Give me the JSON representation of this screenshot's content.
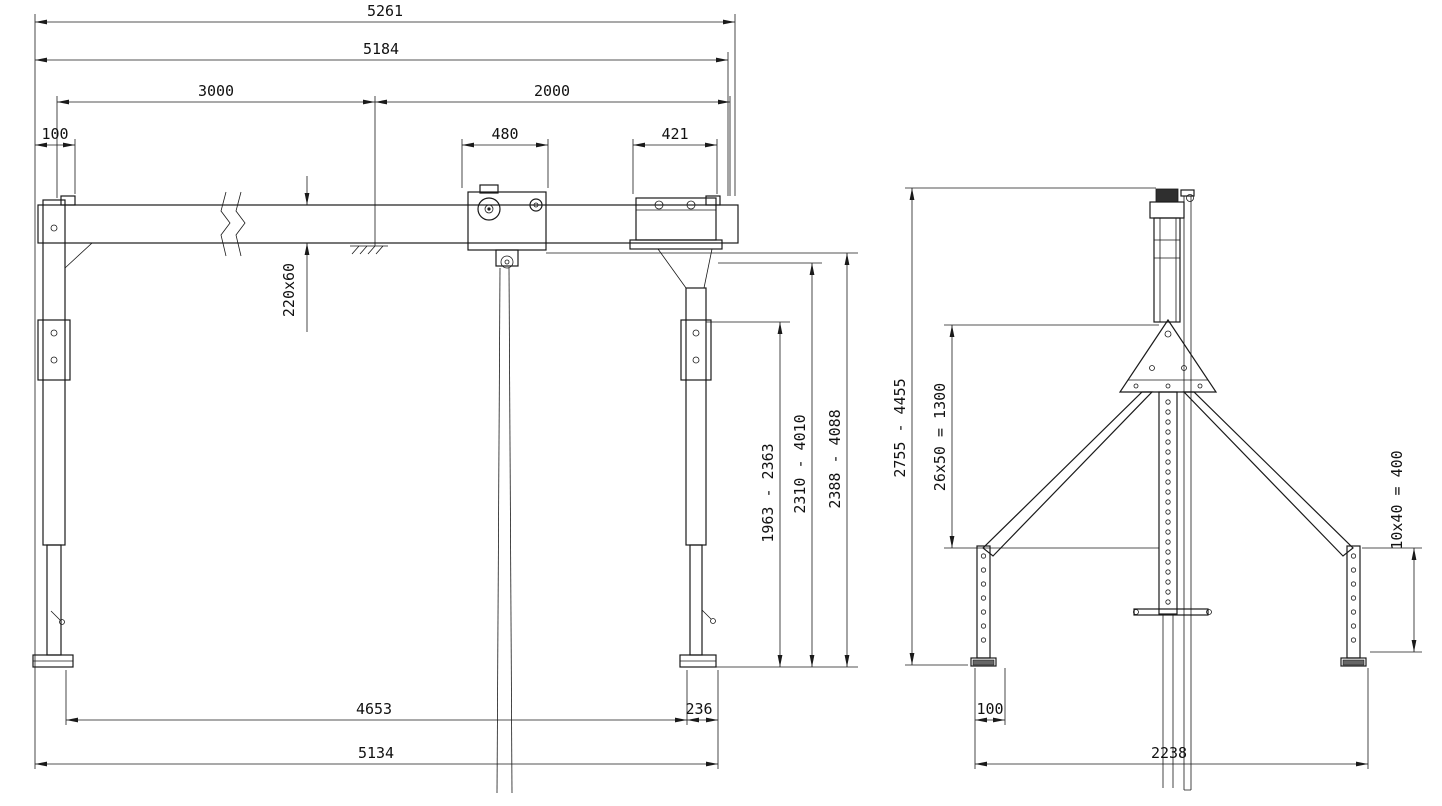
{
  "colors": {
    "line": "#1a1a1a",
    "background": "#ffffff"
  },
  "front_view": {
    "overall_width_top": "5261",
    "beam_length": "5184",
    "span_left": "3000",
    "span_right": "2000",
    "left_offset": "100",
    "trolley_width": "480",
    "carriage_width": "421",
    "beam_section": "220x60",
    "height_column": "1963 - 2363",
    "height_underside": "2310 - 4010",
    "height_top": "2388 - 4088",
    "base_span": "4653",
    "base_right": "236",
    "base_overall": "5134"
  },
  "side_view": {
    "height_range": "2755 - 4455",
    "mast_hole_pattern": "26x50 = 1300",
    "foot_hole_pattern": "10x40 = 400",
    "foot_offset": "100",
    "base_width": "2238"
  }
}
